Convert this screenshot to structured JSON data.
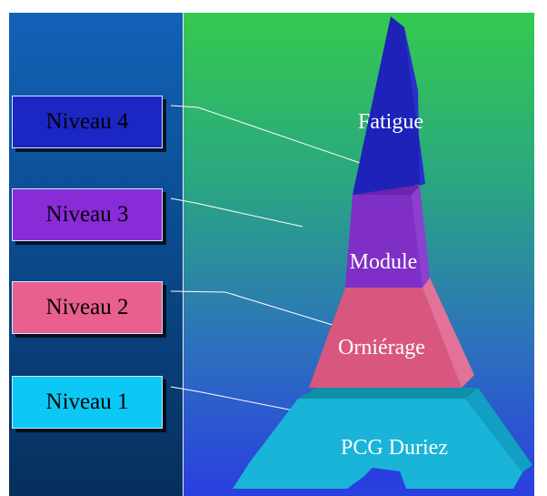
{
  "levels": [
    {
      "label": "Niveau 4",
      "color": "#1c26c4"
    },
    {
      "label": "Niveau 3",
      "color": "#8a2bd8"
    },
    {
      "label": "Niveau 2",
      "color": "#e85f90"
    },
    {
      "label": "Niveau 1",
      "color": "#0cc8f5"
    }
  ],
  "tiers": {
    "top": {
      "label": "Fatigue",
      "color": "#1e22b8"
    },
    "upper_middle": {
      "label": "Module",
      "color": "#7f2fc6"
    },
    "lower_middle": {
      "label": "Orniérage",
      "color": "#d9577e"
    },
    "base": {
      "label": "PCG Duriez",
      "color": "#18b4d8"
    }
  },
  "colors": {
    "left_panel": "#0b4c8f",
    "right_panel_top": "#35c94f",
    "right_panel_bottom": "#2a3fe0",
    "connector_line": "#ffffff"
  }
}
